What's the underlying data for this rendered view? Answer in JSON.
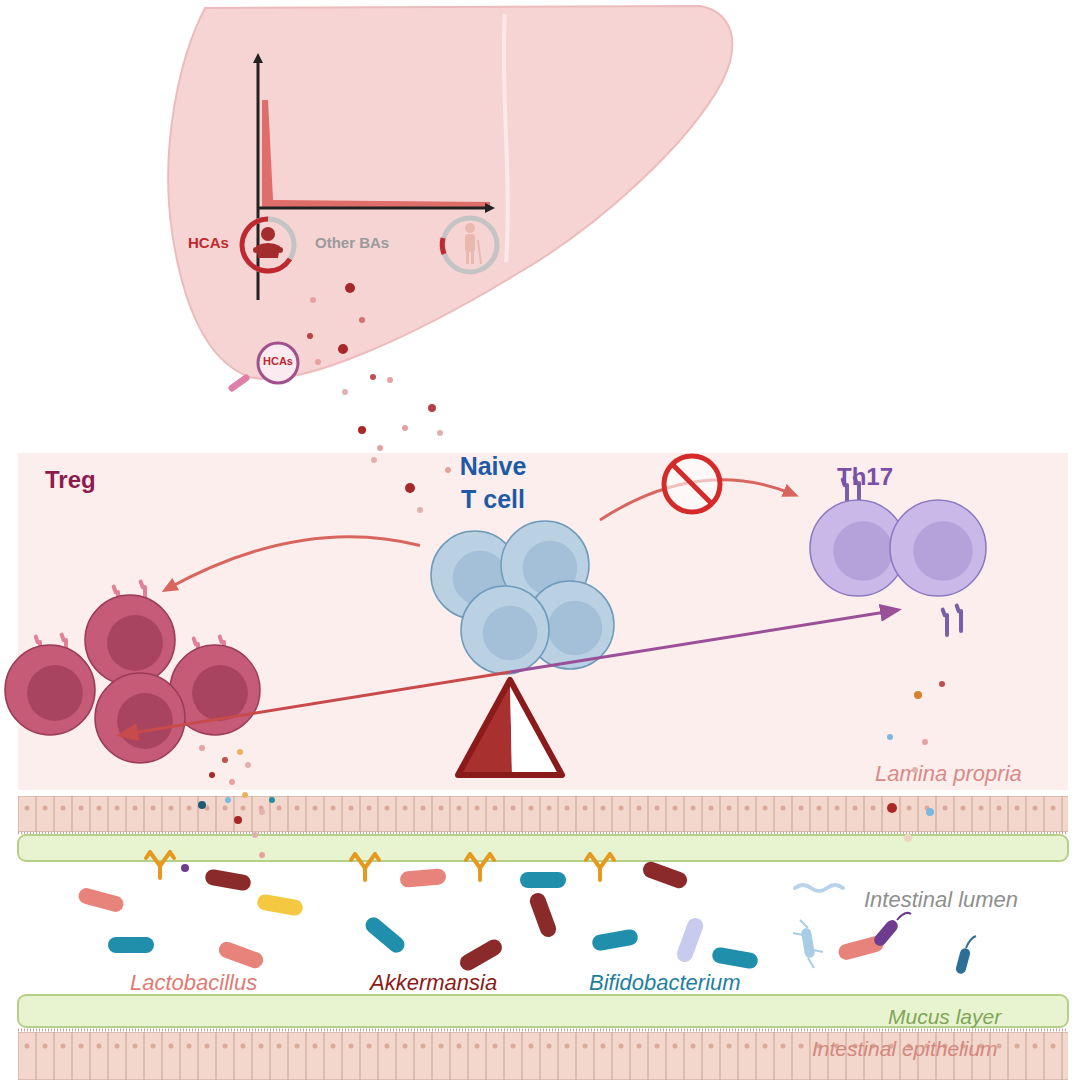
{
  "diagram": {
    "nodes": [
      {
        "text": [
          "HCAs"
        ]
      },
      {
        "text": [
          "Lamina propria"
        ]
      },
      {
        "text": [
          "Treg"
        ],
        "in": 1
      },
      {
        "text": [
          "Naive T cell"
        ],
        "in": 1
      },
      {
        "text": [
          "Th17"
        ],
        "in": 1
      }
    ],
    "edges": [
      {
        "from": 3,
        "to": 2,
        "arrow": "to"
      },
      {
        "from": 3,
        "to": 4,
        "arrow": "to"
      }
    ],
    "labels": [
      "HCAs",
      "Other BAs",
      "Intestinal lumen",
      "Lactobacillus",
      "Akkermansia",
      "Bifidobacterium",
      "Mucus layer",
      "Intestinal epithelium"
    ]
  }
}
